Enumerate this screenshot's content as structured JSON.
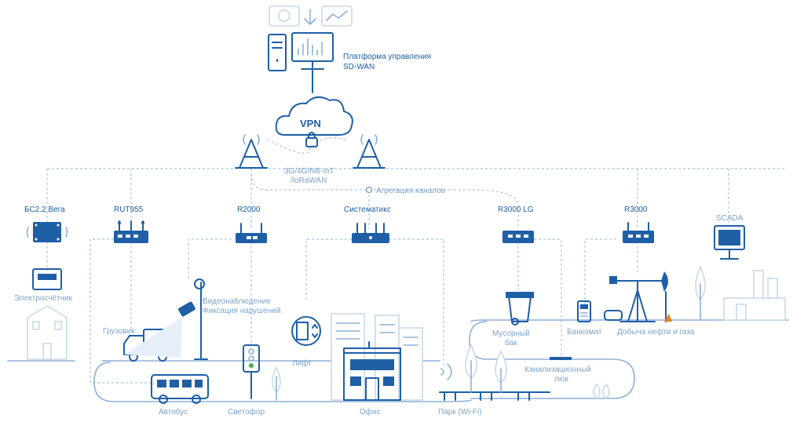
{
  "platform": {
    "line1": "Платформа управления",
    "line2": "SD-WAN"
  },
  "vpn": {
    "label": "VPN"
  },
  "network": {
    "line1": "3G/4G/NB-IoT",
    "line2": "/loRaWAN",
    "aggregation": "Агрегация каналов"
  },
  "devices": [
    {
      "id": "bs22",
      "label": "БС2.2 Вега"
    },
    {
      "id": "rut955",
      "label": "RUT955"
    },
    {
      "id": "r2000",
      "label": "R2000"
    },
    {
      "id": "sistematiks",
      "label": "Систематикс"
    },
    {
      "id": "r3000lg",
      "label": "R3000 LG"
    },
    {
      "id": "r3000",
      "label": "R3000"
    },
    {
      "id": "scada",
      "label": "SCADA"
    }
  ],
  "endpoints": {
    "meter": "Электросчётчик",
    "truck": "Грузовик",
    "cctv_line1": "Видеонаблюдение",
    "cctv_line2": "Фиксация нарушений",
    "bus": "Автобус",
    "traffic_light": "Светофор",
    "elevator": "Лифт",
    "office": "Офис",
    "park": "Парк (Wi-Fi)",
    "trash_line1": "Мусорный",
    "trash_line2": "бак",
    "atm": "Банкомат",
    "oil": "Добыча нефти и газа",
    "sewer_line1": "Канализационный",
    "sewer_line2": "люк"
  }
}
